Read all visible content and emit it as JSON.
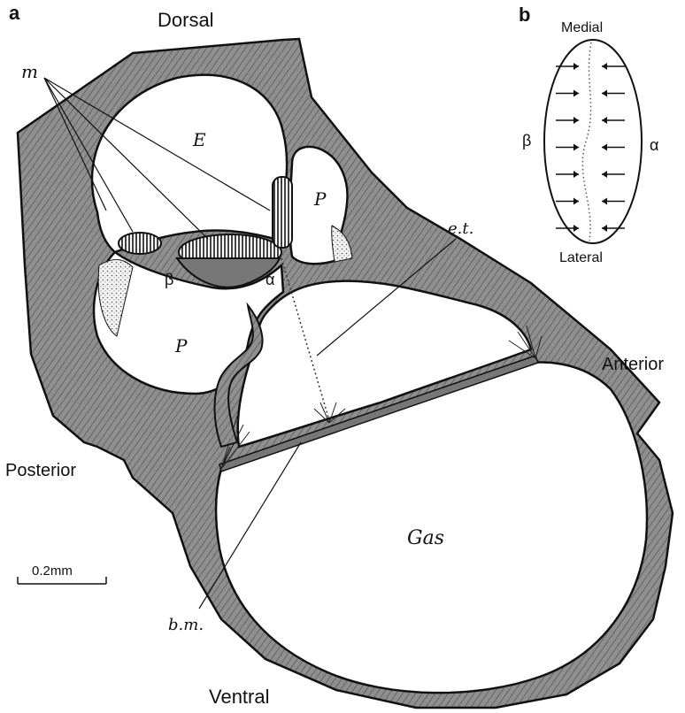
{
  "panel_a": {
    "label": "a",
    "orientation": {
      "dorsal": "Dorsal",
      "ventral": "Ventral",
      "anterior": "Anterior",
      "posterior": "Posterior"
    },
    "structures": {
      "endolymph": "E",
      "perilymph_upper": "P",
      "perilymph_lower": "P",
      "gas": "Gas",
      "muscles": "m",
      "eustachian_tube": "e.t.",
      "basilar_membrane": "b.m.",
      "alpha": "α",
      "beta": "β"
    },
    "scale_bar": "0.2mm"
  },
  "panel_b": {
    "label": "b",
    "medial": "Medial",
    "lateral": "Lateral",
    "alpha": "α",
    "beta": "β",
    "arrow_count_left": 7,
    "arrow_count_right": 7
  },
  "colors": {
    "tissue_fill": "#9a9a9a",
    "line": "#111111",
    "background": "#ffffff"
  }
}
